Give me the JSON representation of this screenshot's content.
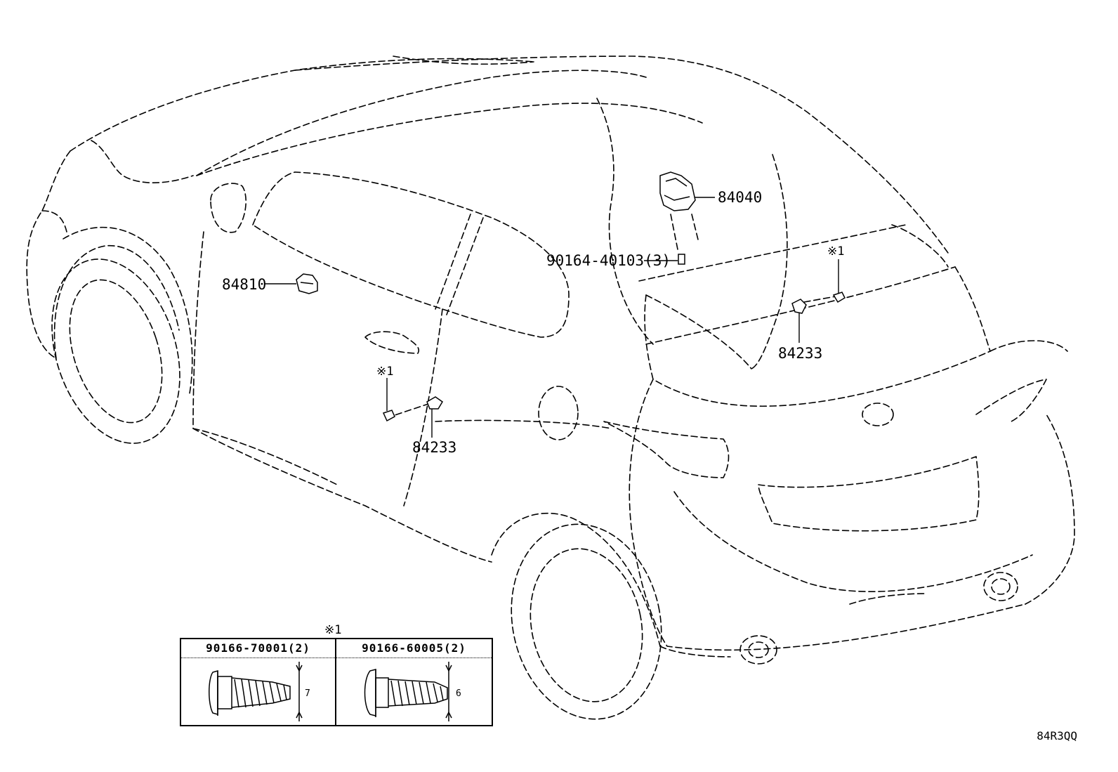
{
  "labels": {
    "p84040": "84040",
    "p90164": "90164-40103(3)",
    "p84810": "84810",
    "p84233_right": "84233",
    "p84233_left": "84233",
    "note_right": "※1",
    "note_left": "※1",
    "note_inset": "※1"
  },
  "inset": {
    "left_part": "90166-70001(2)",
    "left_dim": "7",
    "right_part": "90166-60005(2)",
    "right_dim": "6"
  },
  "diagram_code": "84R3QQ"
}
